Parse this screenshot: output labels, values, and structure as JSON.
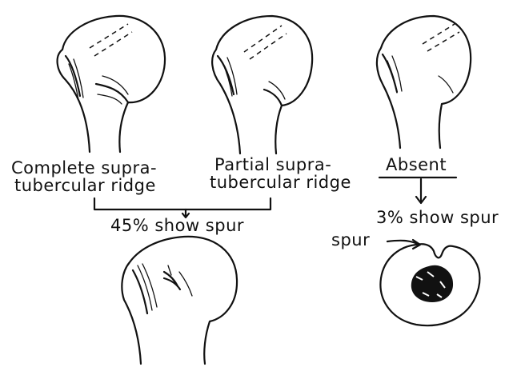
{
  "labels": {
    "complete_line1": "Complete supra-",
    "complete_line2": "tubercular ridge",
    "partial_line1": "Partial supra-",
    "partial_line2": "tubercular ridge",
    "absent": "Absent",
    "spur_45": "45% show spur",
    "spur_3": "3% show spur",
    "spur": "spur"
  },
  "colors": {
    "ink": "#111111",
    "paper": "#ffffff"
  }
}
